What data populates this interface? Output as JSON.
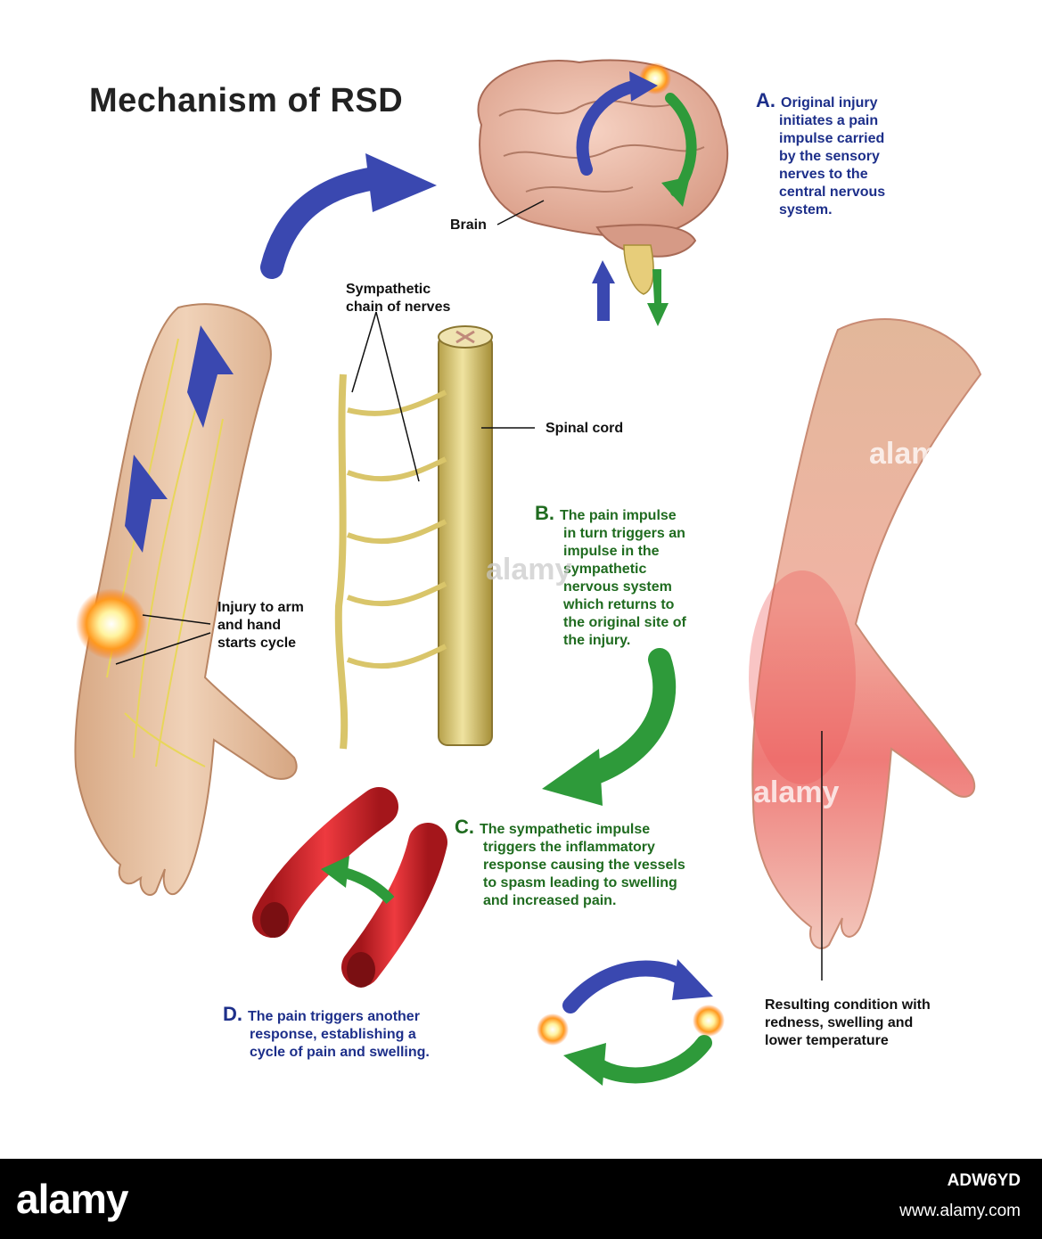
{
  "title": "Mechanism of RSD",
  "labels": {
    "brain": "Brain",
    "sympathetic_chain_line1": "Sympathetic",
    "sympathetic_chain_line2": "chain of nerves",
    "spinal_cord": "Spinal cord",
    "injury_line1": "Injury to arm",
    "injury_line2": "and hand",
    "injury_line3": "starts cycle",
    "result_line1": "Resulting condition with",
    "result_line2": "redness, swelling and",
    "result_line3": "lower temperature"
  },
  "steps": {
    "a": {
      "letter": "A.",
      "lines": [
        "Original injury",
        "initiates a pain",
        "impulse carried",
        "by the sensory",
        "nerves to the",
        "central nervous",
        "system."
      ]
    },
    "b": {
      "letter": "B.",
      "lines": [
        "The pain impulse",
        "in turn triggers an",
        "impulse in the",
        "sympathetic",
        "nervous system",
        "which returns to",
        "the original site of",
        "the injury."
      ]
    },
    "c": {
      "letter": "C.",
      "lines": [
        "The sympathetic impulse",
        "triggers the inflammatory",
        "response causing the vessels",
        "to spasm leading to swelling",
        "and increased pain."
      ]
    },
    "d": {
      "letter": "D.",
      "lines": [
        "The pain triggers another",
        "response, establishing a",
        "cycle of pain and swelling."
      ]
    }
  },
  "watermark": "alamy",
  "footer": {
    "brand": "alamy",
    "image_id": "ADW6YD",
    "url": "www.alamy.com"
  },
  "colors": {
    "blue_arrow": "#3a48b0",
    "green_arrow": "#2e9a3a",
    "step_blue": "#1d2f8a",
    "step_green": "#1f6b1f",
    "vessel": "#d8262b",
    "nerve": "#d9c56a",
    "skin": "#e9c4a4",
    "inflamed": "#ef6b6b"
  }
}
